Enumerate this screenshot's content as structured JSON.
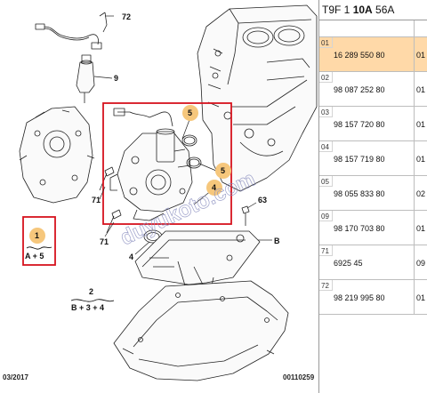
{
  "callouts": {
    "c72": "72",
    "c9": "9",
    "c5a": "5",
    "c5b": "5",
    "c4a": "4",
    "c4b": "4",
    "c71a": "71",
    "c71b": "71",
    "c63": "63",
    "cB": "B",
    "c1": "1",
    "c1sub": "A + 5",
    "c2": "2",
    "c2sub": "B + 3 + 4"
  },
  "watermark": "duyukoto.com",
  "footer": {
    "date": "03/2017",
    "code": "00110259"
  },
  "panel": {
    "header_pre": "T9F 1 ",
    "header_bold": "10A",
    "header_post": " 56A"
  },
  "parts": [
    {
      "ref": "01",
      "pn": "16 289 550 80",
      "qty": "01",
      "selected": true
    },
    {
      "ref": "02",
      "pn": "98 087 252 80",
      "qty": "01",
      "selected": false
    },
    {
      "ref": "03",
      "pn": "98 157 720 80",
      "qty": "01",
      "selected": false
    },
    {
      "ref": "04",
      "pn": "98 157 719 80",
      "qty": "01",
      "selected": false
    },
    {
      "ref": "05",
      "pn": "98 055 833 80",
      "qty": "02",
      "selected": false
    },
    {
      "ref": "09",
      "pn": "98 170 703 80",
      "qty": "01",
      "selected": false
    },
    {
      "ref": "71",
      "pn": "6925 45",
      "qty": "09",
      "selected": false
    },
    {
      "ref": "72",
      "pn": "98 219 995 80",
      "qty": "01",
      "selected": false
    }
  ],
  "colors": {
    "highlight_frame": "#d6121d",
    "callout_badge": "#f6c77c",
    "selected_row": "#ffd9a8",
    "line": "#1a1a1a"
  }
}
